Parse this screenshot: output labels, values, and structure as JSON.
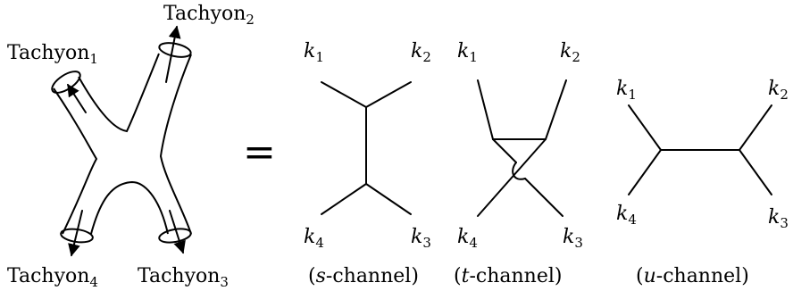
{
  "tachyons": [
    {
      "base": "Tachyon",
      "sub": "1"
    },
    {
      "base": "Tachyon",
      "sub": "2"
    },
    {
      "base": "Tachyon",
      "sub": "3"
    },
    {
      "base": "Tachyon",
      "sub": "4"
    }
  ],
  "equals": "=",
  "momentum": {
    "symbol": "k",
    "subs": [
      "1",
      "2",
      "3",
      "4"
    ]
  },
  "channels": [
    {
      "open": "(",
      "letter": "s",
      "rest": "-channel)"
    },
    {
      "open": "(",
      "letter": "t",
      "rest": "-channel)"
    },
    {
      "open": "(",
      "letter": "u",
      "rest": "-channel)"
    }
  ]
}
